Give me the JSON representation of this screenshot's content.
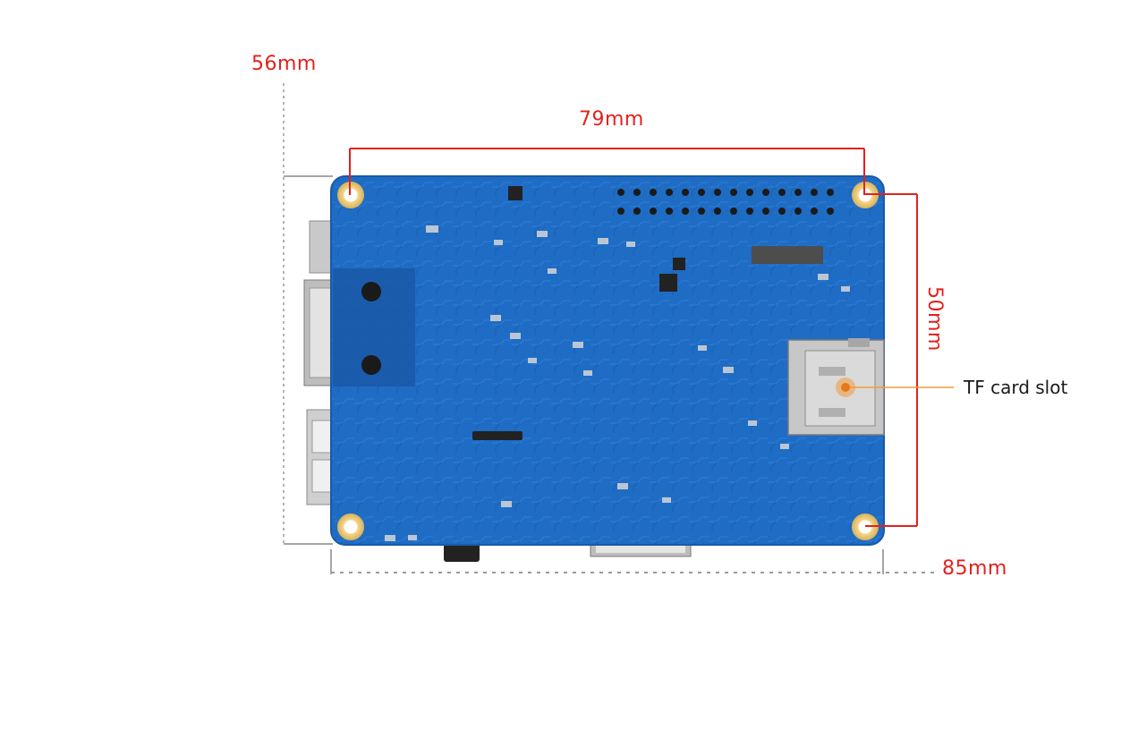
{
  "dimensions": {
    "board_height_outer": "56mm",
    "hole_spacing_horizontal": "79mm",
    "hole_spacing_vertical": "50mm",
    "board_width_outer": "85mm"
  },
  "callouts": {
    "tf_card_slot": "TF card slot"
  },
  "colors": {
    "pcb": "#1f6cc4",
    "dimension_line": "#e4211c",
    "callout_line": "#f39a3c",
    "guide_line": "#9a9a9a"
  }
}
